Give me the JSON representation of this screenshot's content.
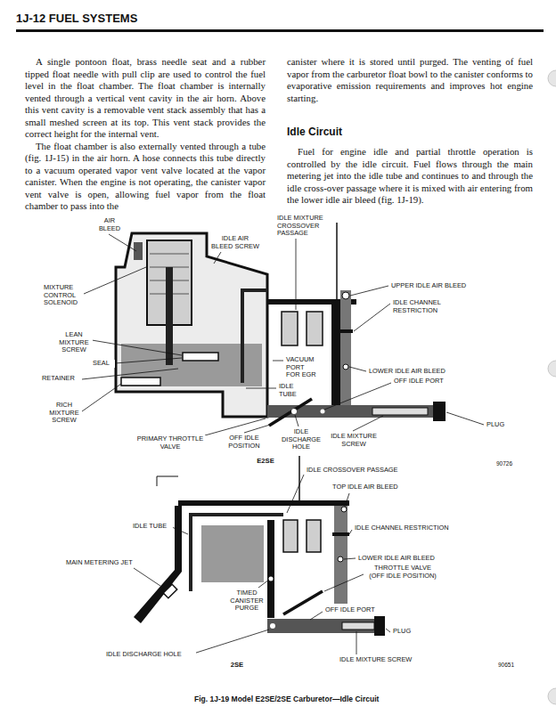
{
  "diagram": {
    "title": "1J-12 FUEL SYSTEMS",
    "caption": "Fig. 1J-19 Model E2SE/2SE Carburetor—Idle Circuit",
    "labels": [
      "A single pontoon float, brass needle seat and a rubber tipped float needle with pull clip are used to control the fuel level in the float chamber. The float chamber is internally vented through a vertical vent cavity in the air horn. Above this vent cavity is a removable vent stack assembly that has a small meshed screen at its top. This vent stack provides the correct height for the internal vent.",
      "The float chamber is also externally vented through a tube (fig. 1J-15) in the air horn. A hose connects this tube directly to a vacuum operated vapor vent valve located at the vapor canister. When the engine is not operating, the canister vapor vent valve is open, allowing fuel vapor from the float chamber to pass into the",
      "canister where it is stored until purged. The venting of fuel vapor from the carburetor float bowl to the canister conforms to evaporative emission requirements and improves hot engine starting.",
      "Idle Circuit",
      "Fuel for engine idle and partial throttle operation is controlled by the idle circuit. Fuel flows through the main metering jet into the idle tube and continues to and through the idle cross-over passage where it is mixed with air entering from the lower idle air bleed (fig. 1J-19).",
      "AIR BLEED",
      "IDLE AIR BLEED SCREW",
      "IDLE MIXTURE CROSSOVER PASSAGE",
      "MIXTURE CONTROL SOLENOID",
      "UPPER IDLE AIR BLEED",
      "IDLE CHANNEL RESTRICTION",
      "LEAN MIXTURE SCREW",
      "SEAL",
      "RETAINER",
      "VACUUM PORT FOR EGR",
      "LOWER IDLE AIR BLEED",
      "OFF IDLE PORT",
      "IDLE TUBE",
      "RICH MIXTURE SCREW",
      "PLUG",
      "PRIMARY THROTTLE VALVE",
      "OFF IDLE POSITION",
      "IDLE DISCHARGE HOLE",
      "IDLE MIXTURE SCREW",
      "E2SE",
      "90726",
      "IDLE CROSSOVER PASSAGE",
      "TOP IDLE AIR BLEED",
      "IDLE TUBE",
      "IDLE CHANNEL RESTRICTION",
      "MAIN METERING JET",
      "LOWER IDLE AIR BLEED",
      "THROTTLE VALVE (OFF IDLE POSITION)",
      "TIMED CANISTER PURGE",
      "OFF IDLE PORT",
      "PLUG",
      "IDLE DISCHARGE HOLE",
      "2SE",
      "IDLE MIXTURE SCREW",
      "90651"
    ]
  }
}
